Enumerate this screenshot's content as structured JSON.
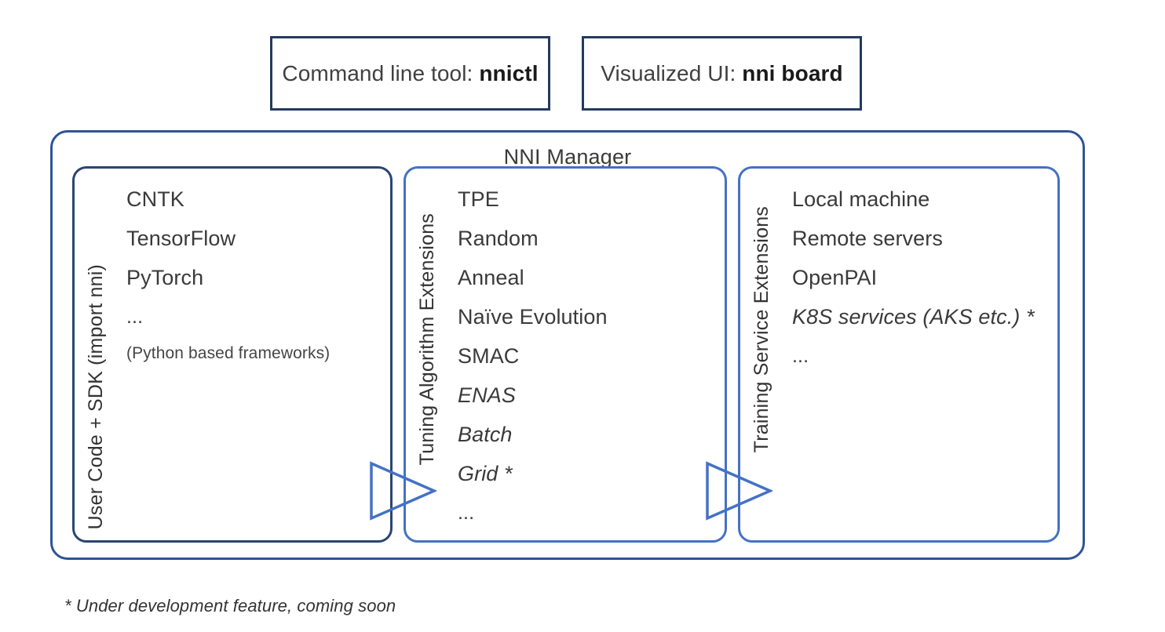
{
  "top_boxes": [
    {
      "prefix": "Command line tool: ",
      "strong": "nnictl",
      "name": "command-line-tool"
    },
    {
      "prefix": "Visualized UI: ",
      "strong": "nni board",
      "name": "visualized-ui"
    }
  ],
  "manager": {
    "title": "NNI Manager"
  },
  "columns": [
    {
      "key": "user-code",
      "vertical_label": "User Code + SDK (import nni)",
      "items": [
        {
          "text": "CNTK",
          "style": "normal"
        },
        {
          "text": "TensorFlow",
          "style": "normal"
        },
        {
          "text": "PyTorch",
          "style": "normal"
        },
        {
          "text": "...",
          "style": "dots"
        },
        {
          "text": "(Python based frameworks)",
          "style": "small"
        }
      ]
    },
    {
      "key": "tuning-algorithm",
      "vertical_label": "Tuning Algorithm Extensions",
      "items": [
        {
          "text": "TPE",
          "style": "normal"
        },
        {
          "text": "Random",
          "style": "normal"
        },
        {
          "text": "Anneal",
          "style": "normal"
        },
        {
          "text": "Naïve Evolution",
          "style": "normal"
        },
        {
          "text": "SMAC",
          "style": "normal"
        },
        {
          "text": "ENAS",
          "style": "italic"
        },
        {
          "text": "Batch",
          "style": "italic"
        },
        {
          "text": "Grid *",
          "style": "italic"
        },
        {
          "text": "...",
          "style": "dots"
        }
      ]
    },
    {
      "key": "training-service",
      "vertical_label": "Training Service Extensions",
      "items": [
        {
          "text": "Local machine",
          "style": "normal"
        },
        {
          "text": "Remote servers",
          "style": "normal"
        },
        {
          "text": "OpenPAI",
          "style": "normal"
        },
        {
          "text": "K8S services (AKS etc.) *",
          "style": "italic"
        },
        {
          "text": "...",
          "style": "dots"
        }
      ]
    }
  ],
  "arrows": [
    {
      "name": "arrow-user-to-tuner"
    },
    {
      "name": "arrow-tuner-to-training"
    }
  ],
  "footnote": "* Under development feature, coming soon",
  "colors": {
    "outer_border": "#2F5496",
    "inner_border": "#4472C4",
    "left_box_border": "#2B4570",
    "top_box_border": "#243A5E",
    "arrow_stroke": "#4472C4",
    "text": "#3a3a3a",
    "background": "#ffffff"
  }
}
